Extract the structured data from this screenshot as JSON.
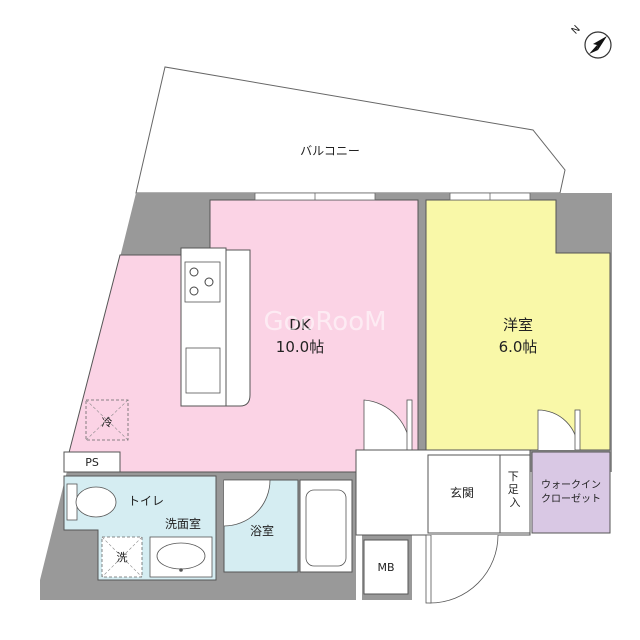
{
  "plan": {
    "balcony_label": "バルコニー",
    "dk_label": "DK",
    "dk_size": "10.0帖",
    "western_room_label": "洋室",
    "western_room_size": "6.0帖",
    "entrance_label": "玄関",
    "shoe_storage_label": "下足入",
    "walk_in_closet_label_1": "ウォークイン",
    "walk_in_closet_label_2": "クローゼット",
    "toilet_label": "トイレ",
    "washroom_label": "洗面室",
    "bathroom_label": "浴室",
    "ps_label": "PS",
    "mb_label": "MB",
    "fridge_label": "冷",
    "washer_label": "洗",
    "compass_label": "N",
    "watermark": "GooRooM"
  },
  "colors": {
    "dk": "#fbd3e5",
    "western_room": "#f9f8a8",
    "wet_area": "#d5edf2",
    "closet": "#d9c8e4",
    "wall": "#999999"
  }
}
